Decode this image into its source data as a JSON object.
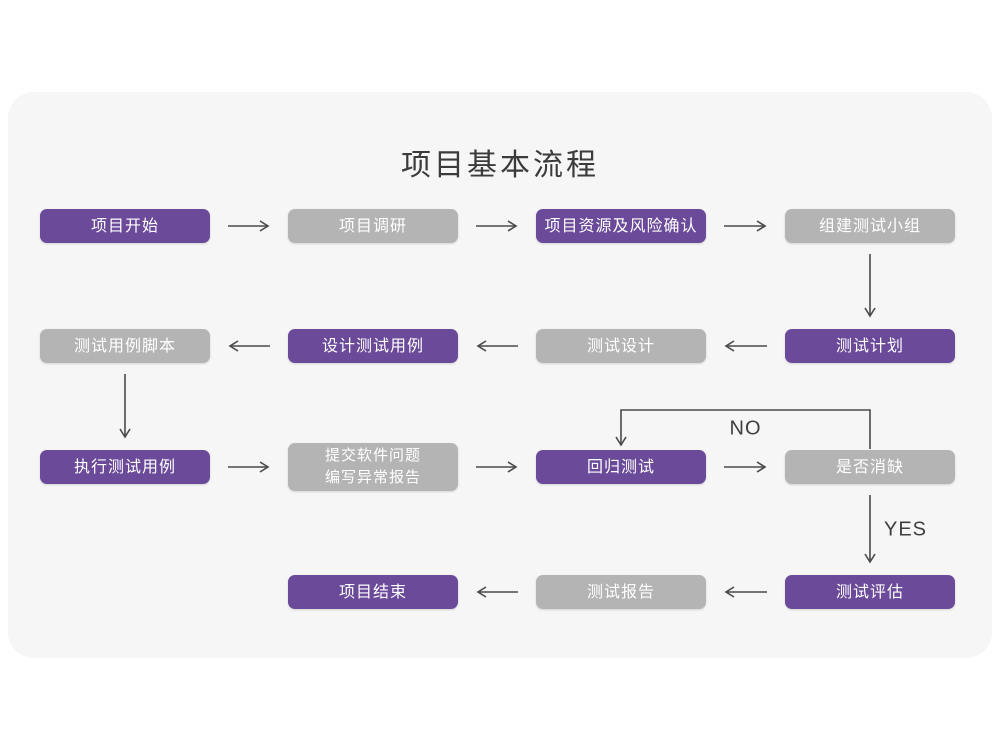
{
  "title": "项目基本流程",
  "colors": {
    "page_bg": "#ffffff",
    "card_bg": "#f6f6f7",
    "primary": "#6a4a99",
    "secondary": "#b5b4b5",
    "node_text": "#ffffff",
    "arrow": "#4a4a4a",
    "title_text": "#3b3b3b",
    "label_text": "#3f3f3f"
  },
  "nodes": [
    {
      "id": "start",
      "label": "项目开始",
      "variant": "primary",
      "row": 0,
      "col": 0
    },
    {
      "id": "research",
      "label": "项目调研",
      "variant": "secondary",
      "row": 0,
      "col": 1
    },
    {
      "id": "risk-confirm",
      "label": "项目资源及风险确认",
      "variant": "primary",
      "row": 0,
      "col": 2
    },
    {
      "id": "build-team",
      "label": "组建测试小组",
      "variant": "secondary",
      "row": 0,
      "col": 3
    },
    {
      "id": "test-plan",
      "label": "测试计划",
      "variant": "primary",
      "row": 1,
      "col": 3
    },
    {
      "id": "test-design",
      "label": "测试设计",
      "variant": "secondary",
      "row": 1,
      "col": 2
    },
    {
      "id": "case-design",
      "label": "设计测试用例",
      "variant": "primary",
      "row": 1,
      "col": 1
    },
    {
      "id": "case-script",
      "label": "测试用例脚本",
      "variant": "secondary",
      "row": 1,
      "col": 0
    },
    {
      "id": "execute-case",
      "label": "执行测试用例",
      "variant": "primary",
      "row": 2,
      "col": 0
    },
    {
      "id": "issue-report",
      "label": "提交软件问题\n编写异常报告",
      "variant": "secondary",
      "row": 2,
      "col": 1
    },
    {
      "id": "regression",
      "label": "回归测试",
      "variant": "primary",
      "row": 2,
      "col": 2
    },
    {
      "id": "defect-cleared",
      "label": "是否消缺",
      "variant": "secondary",
      "row": 2,
      "col": 3
    },
    {
      "id": "evaluate",
      "label": "测试评估",
      "variant": "primary",
      "row": 3,
      "col": 3
    },
    {
      "id": "test-report",
      "label": "测试报告",
      "variant": "secondary",
      "row": 3,
      "col": 2
    },
    {
      "id": "end",
      "label": "项目结束",
      "variant": "primary",
      "row": 3,
      "col": 1
    }
  ],
  "edges": [
    {
      "from": "start",
      "to": "research",
      "dir": "right"
    },
    {
      "from": "research",
      "to": "risk-confirm",
      "dir": "right"
    },
    {
      "from": "risk-confirm",
      "to": "build-team",
      "dir": "right"
    },
    {
      "from": "build-team",
      "to": "test-plan",
      "dir": "down"
    },
    {
      "from": "test-plan",
      "to": "test-design",
      "dir": "left"
    },
    {
      "from": "test-design",
      "to": "case-design",
      "dir": "left"
    },
    {
      "from": "case-design",
      "to": "case-script",
      "dir": "left"
    },
    {
      "from": "case-script",
      "to": "execute-case",
      "dir": "down"
    },
    {
      "from": "execute-case",
      "to": "issue-report",
      "dir": "right"
    },
    {
      "from": "issue-report",
      "to": "regression",
      "dir": "right"
    },
    {
      "from": "regression",
      "to": "defect-cleared",
      "dir": "right"
    },
    {
      "from": "defect-cleared",
      "to": "regression",
      "dir": "loop-top",
      "label": "NO"
    },
    {
      "from": "defect-cleared",
      "to": "evaluate",
      "dir": "down",
      "label": "YES"
    },
    {
      "from": "evaluate",
      "to": "test-report",
      "dir": "left"
    },
    {
      "from": "test-report",
      "to": "end",
      "dir": "left"
    }
  ]
}
